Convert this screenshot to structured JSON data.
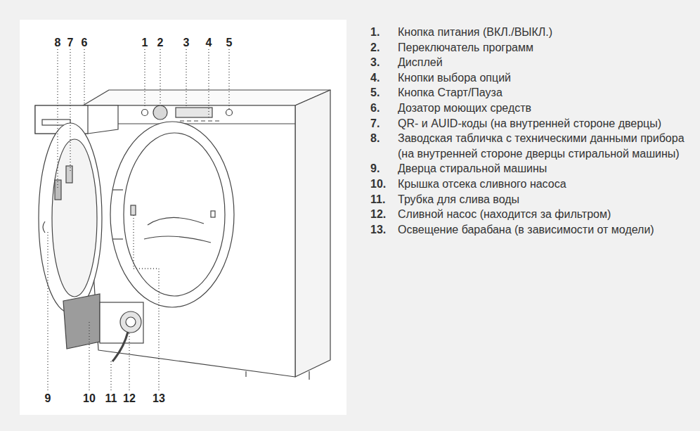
{
  "diagram": {
    "labels": [
      "8",
      "7",
      "6",
      "1",
      "2",
      "3",
      "4",
      "5",
      "9",
      "10",
      "11",
      "12",
      "13",
      "1.",
      "Кнопка питания (ВКЛ./ВЫКЛ.)",
      "2.",
      "Переключатель программ",
      "3.",
      "Дисплей",
      "4.",
      "Кнопки выбора опций",
      "5.",
      "Кнопка Старт/Пауза",
      "6.",
      "Дозатор моющих средств",
      "7.",
      "QR- и AUID-коды (на внутренней стороне дверцы)",
      "8.",
      "Заводская табличка с техническими данными прибора (на внутренней стороне дверцы стиральной машины)",
      "9.",
      "Дверца стиральной машины",
      "10.",
      "Крышка отсека сливного насоса",
      "11.",
      "Трубка для слива воды",
      "12.",
      "Сливной насос (находится за фильтром)",
      "13.",
      "Освещение барабана (в зависимости от модели)"
    ]
  }
}
